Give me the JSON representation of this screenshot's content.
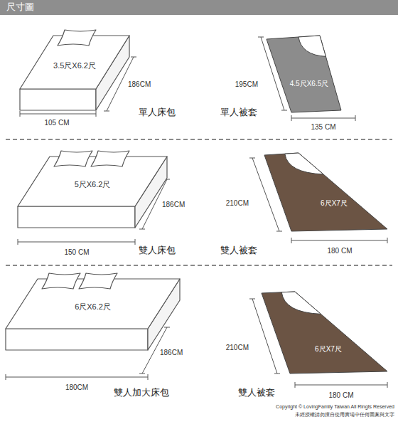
{
  "diagram": {
    "title": "尺寸圖",
    "nodes": [
      {
        "text": [
          "3.5尺X6.2尺"
        ]
      },
      {
        "text": [
          "4.5尺X6.5尺"
        ]
      },
      {
        "text": [
          "5尺X6.2尺"
        ]
      },
      {
        "text": [
          "6尺X7尺"
        ]
      },
      {
        "text": [
          "6尺X6.2尺"
        ]
      },
      {
        "text": [
          "6尺X7尺"
        ]
      }
    ],
    "labels": [
      "105 CM",
      "186CM",
      "單人床包",
      "195CM",
      "135 CM",
      "單人被套",
      "150 CM",
      "186CM",
      "雙人床包",
      "210CM",
      "180 CM",
      "雙人被套",
      "180CM",
      "186CM",
      "雙人加大床包",
      "210CM",
      "180 CM",
      "雙人被套",
      "Copyright © LovingFamily Taiwan All Ringts Reserved",
      "未經授權請勿擅自使用賣場中任何圖案與文字"
    ]
  }
}
